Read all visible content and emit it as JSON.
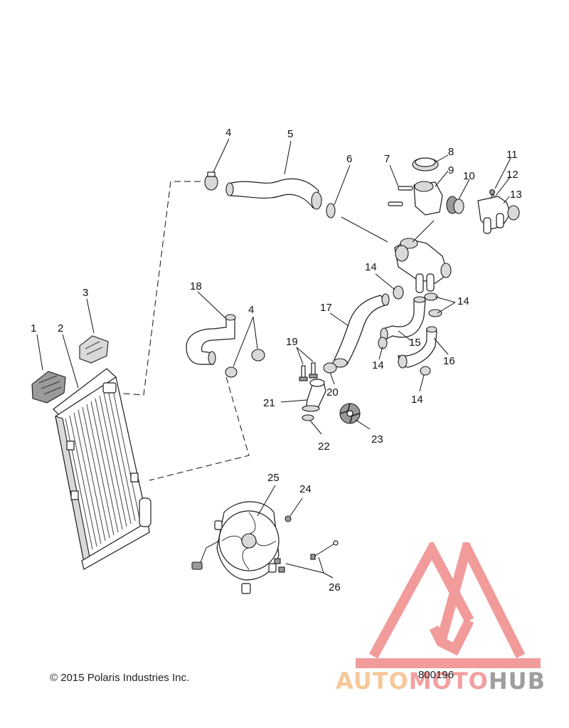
{
  "callouts": [
    {
      "id": "c1",
      "text": "1"
    },
    {
      "id": "c2",
      "text": "2"
    },
    {
      "id": "c3",
      "text": "3"
    },
    {
      "id": "c4a",
      "text": "4"
    },
    {
      "id": "c4b",
      "text": "4"
    },
    {
      "id": "c5",
      "text": "5"
    },
    {
      "id": "c6",
      "text": "6"
    },
    {
      "id": "c7",
      "text": "7"
    },
    {
      "id": "c8",
      "text": "8"
    },
    {
      "id": "c9",
      "text": "9"
    },
    {
      "id": "c10",
      "text": "10"
    },
    {
      "id": "c11",
      "text": "11"
    },
    {
      "id": "c12",
      "text": "12"
    },
    {
      "id": "c13",
      "text": "13"
    },
    {
      "id": "c14a",
      "text": "14"
    },
    {
      "id": "c14b",
      "text": "14"
    },
    {
      "id": "c14c",
      "text": "14"
    },
    {
      "id": "c14d",
      "text": "14"
    },
    {
      "id": "c15",
      "text": "15"
    },
    {
      "id": "c16",
      "text": "16"
    },
    {
      "id": "c17",
      "text": "17"
    },
    {
      "id": "c18",
      "text": "18"
    },
    {
      "id": "c19",
      "text": "19"
    },
    {
      "id": "c20",
      "text": "20"
    },
    {
      "id": "c21",
      "text": "21"
    },
    {
      "id": "c22",
      "text": "22"
    },
    {
      "id": "c23",
      "text": "23"
    },
    {
      "id": "c24",
      "text": "24"
    },
    {
      "id": "c25",
      "text": "25"
    },
    {
      "id": "c26",
      "text": "26"
    }
  ],
  "footer": {
    "copyright": "© 2015 Polaris Industries Inc.",
    "drawing_number": "800196"
  },
  "watermark": {
    "part1": "AUTO",
    "part2": "MOTO",
    "part3": "HUB",
    "colors": {
      "auto": "#f6c89a",
      "moto": "#f2a0a0",
      "hub": "#9e9e9e",
      "logo": "#f08a8a"
    }
  }
}
